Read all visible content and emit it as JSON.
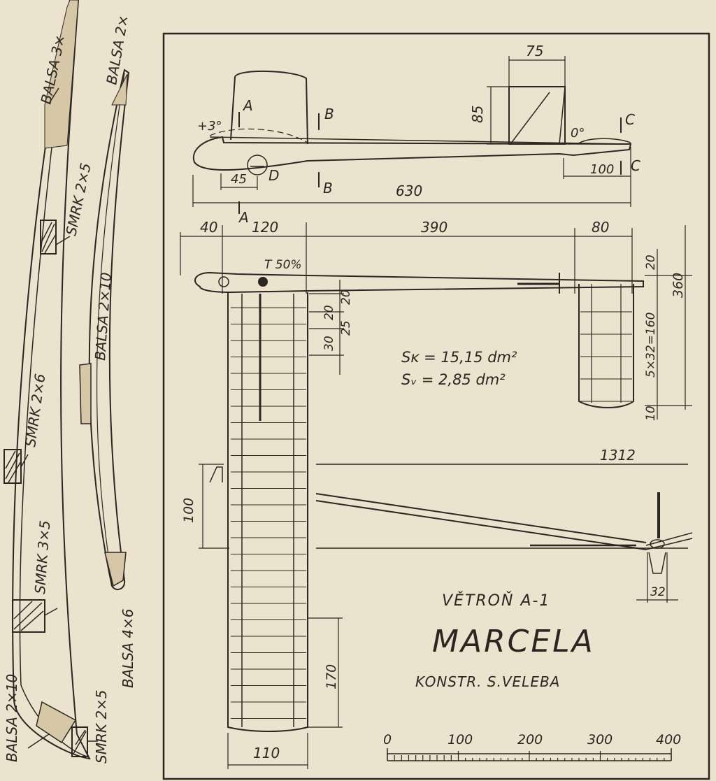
{
  "side_view": {
    "labels": [
      "75",
      "85",
      "+3°",
      "A",
      "A",
      "B",
      "B",
      "C",
      "C",
      "D",
      "0°",
      "45",
      "100",
      "630"
    ]
  },
  "top_view": {
    "labels": [
      "40",
      "120",
      "390",
      "80",
      "T 50%",
      "20",
      "25",
      "20",
      "30",
      "20",
      "360",
      "5×32=160",
      "10",
      "100",
      "170",
      "110"
    ]
  },
  "areas": {
    "sk": "Sĸ = 15,15 dm²",
    "sv": "Sᵥ = 2,85 dm²"
  },
  "front_view": {
    "span": "1312",
    "width": "32"
  },
  "title": {
    "line1": "VĚTROŇ A-1",
    "line2": "MARCELA",
    "line3": "KONSTR. S.VELEBA"
  },
  "scale": {
    "ticks": [
      "0",
      "100",
      "200",
      "300",
      "400"
    ]
  },
  "sections_left": {
    "labels": [
      "BALSA 3×",
      "SMRK 2×5",
      "SMRK 2×6",
      "SMRK 3×5",
      "BALSA 2×10",
      "SMRK 2×5"
    ]
  },
  "sections_right": {
    "labels": [
      "BALSA 2×",
      "BALSA 2×10",
      "BALSA 4×6"
    ]
  }
}
